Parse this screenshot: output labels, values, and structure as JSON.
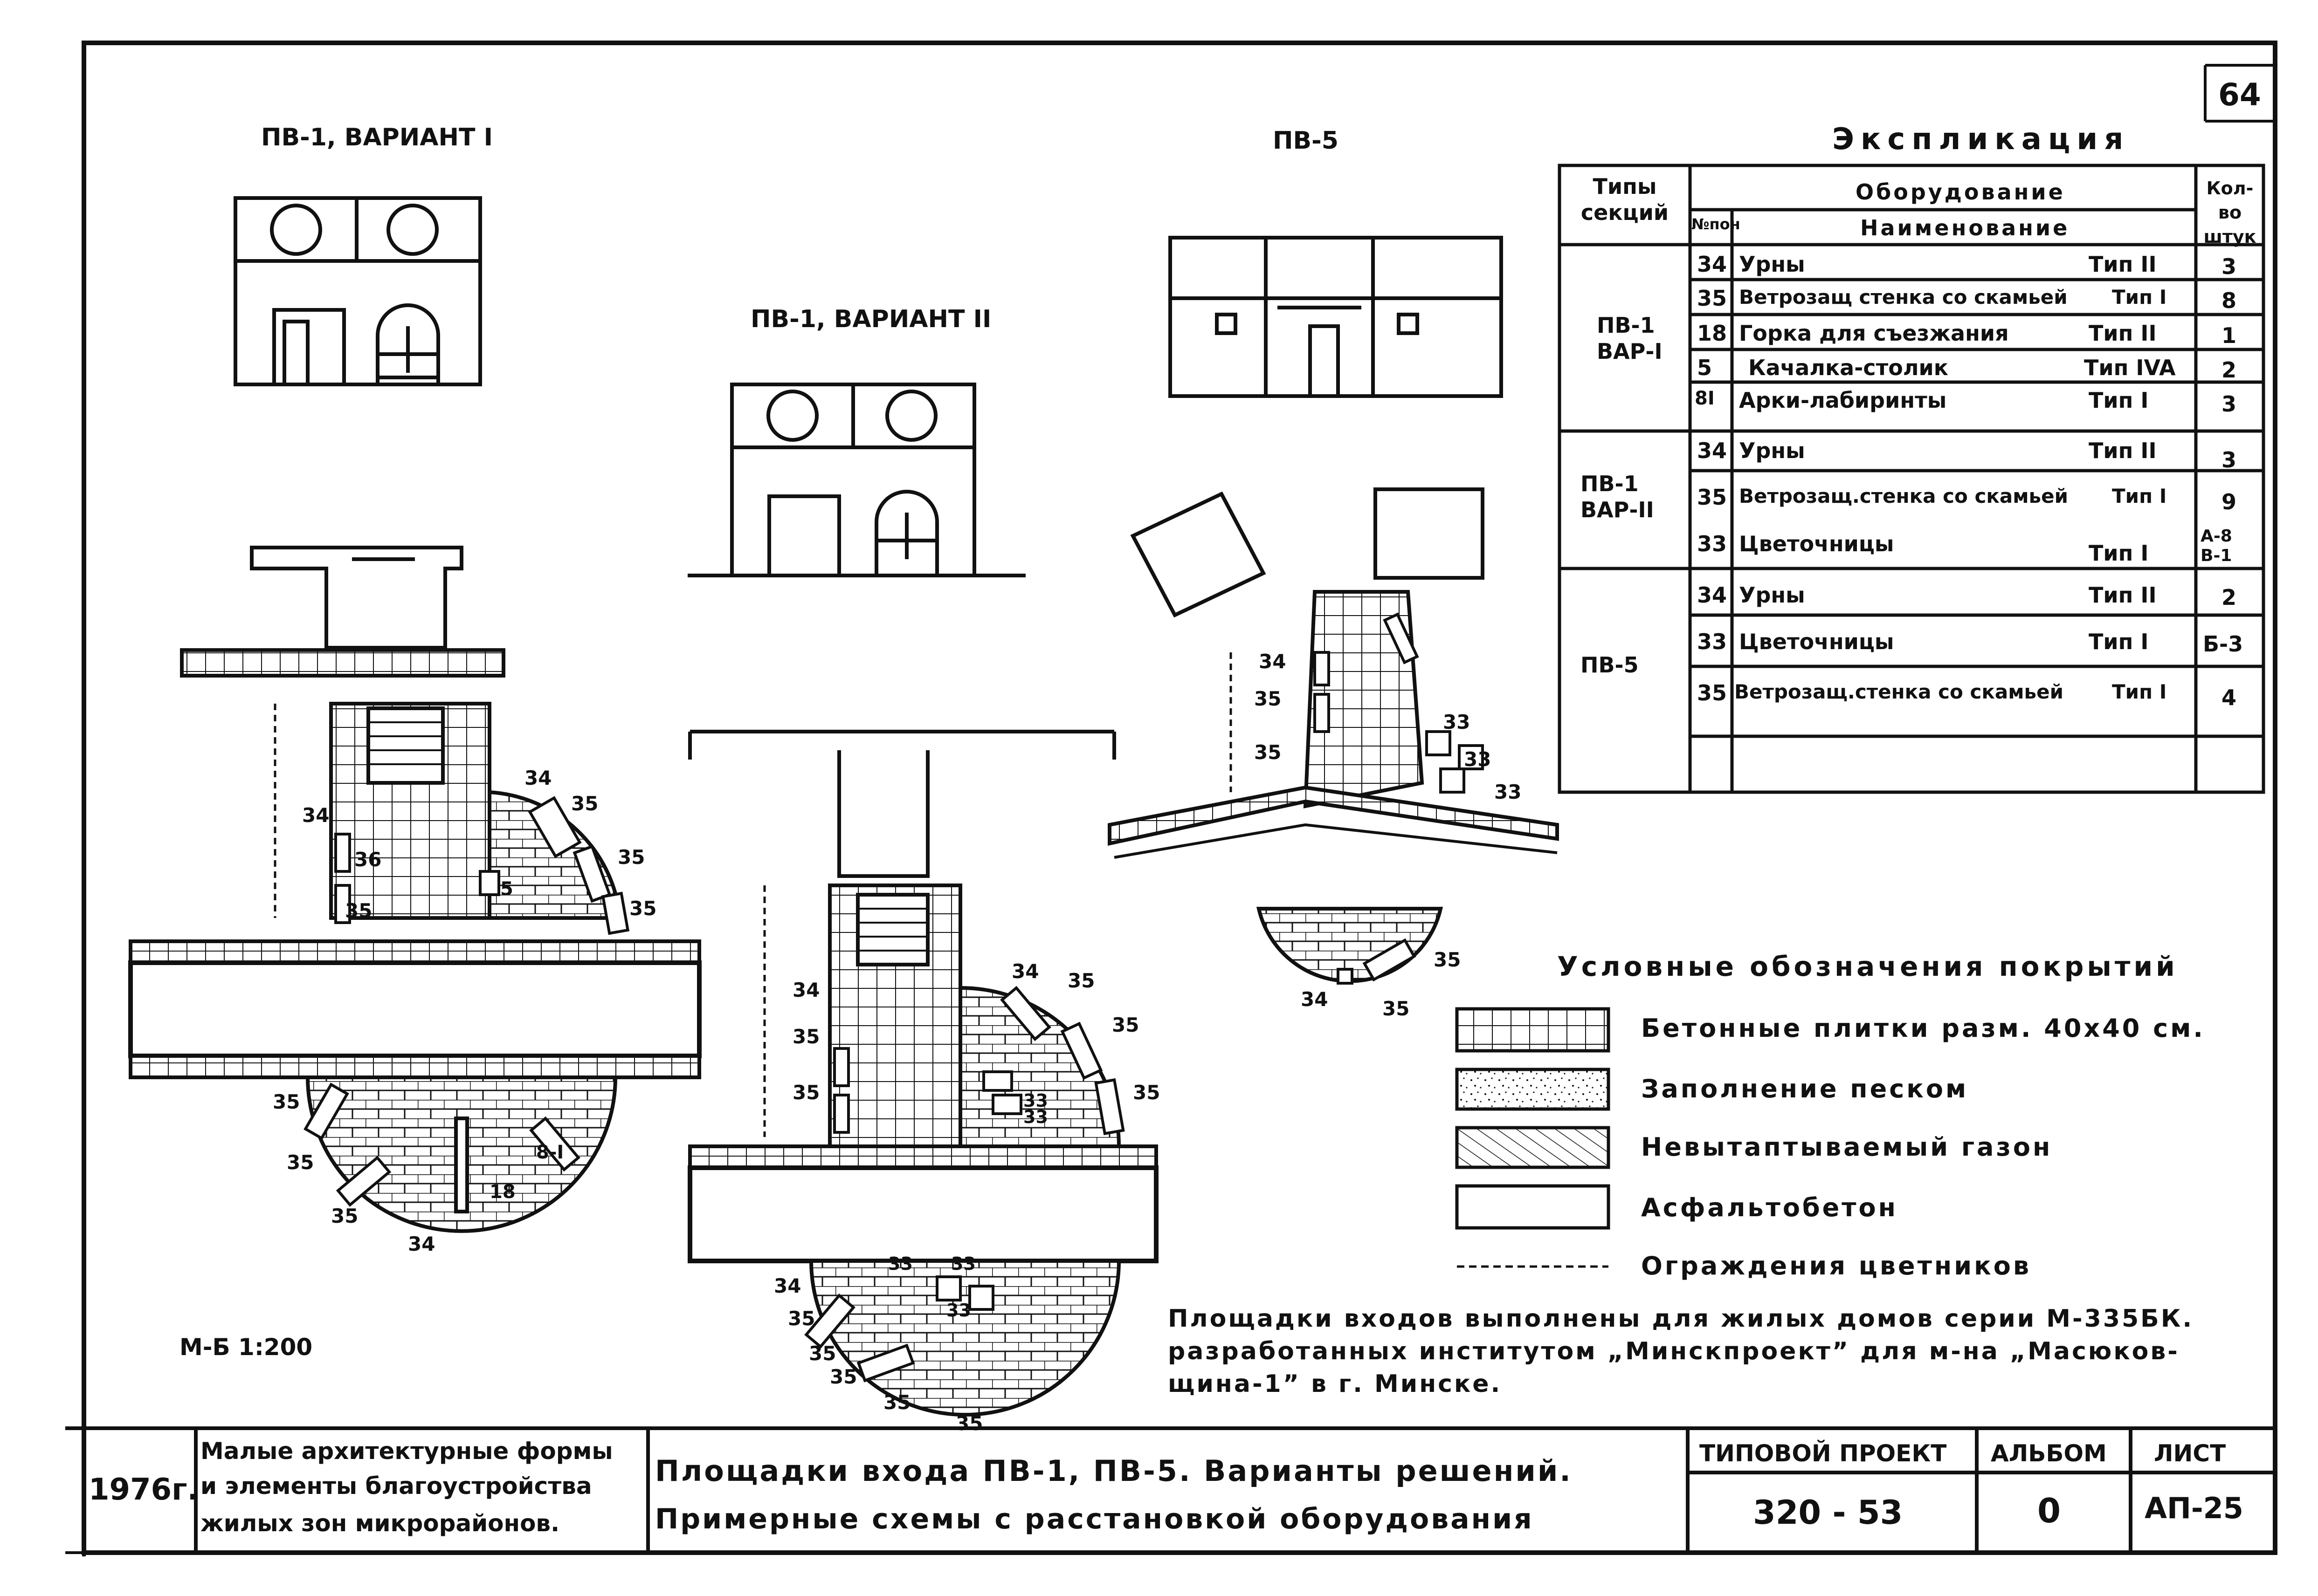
{
  "sheet_number": "64",
  "titles": {
    "pv1_var1": "ПВ-1, ВАРИАНТ I",
    "pv1_var2": "ПВ-1, ВАРИАНТ II",
    "pv5": "ПВ-5"
  },
  "scale": "М-Б 1:200",
  "explication": {
    "title": "Экспликация",
    "headers": {
      "section_types": "Типы секций",
      "equipment": "Оборудование",
      "pos_no": "№пон",
      "name": "Наименование",
      "qty": "Кол-во штук"
    },
    "groups": [
      {
        "section": "ПВ-1 ВАР-I",
        "rows": [
          {
            "no": "34",
            "name": "Урны",
            "type": "Тип II",
            "qty": "3"
          },
          {
            "no": "35",
            "name": "Ветрозащ стенка со скамьей",
            "type": "Тип I",
            "qty": "8"
          },
          {
            "no": "18",
            "name": "Горка для съезжания",
            "type": "Тип II",
            "qty": "1"
          },
          {
            "no": "5",
            "name": "Качалка-столик",
            "type": "Тип IVA",
            "qty": "2"
          },
          {
            "no": "8I",
            "name": "Арки-лабиринты",
            "type": "Тип I",
            "qty": "3"
          }
        ]
      },
      {
        "section": "ПВ-1 ВАР-II",
        "rows": [
          {
            "no": "34",
            "name": "Урны",
            "type": "Тип II",
            "qty": "3"
          },
          {
            "no": "35",
            "name": "Ветрозащ.стенка со скамьей",
            "type": "Тип I",
            "qty": "9"
          },
          {
            "no": "33",
            "name": "Цветочницы",
            "type": "Тип I",
            "qty": "А-8 В-1"
          }
        ]
      },
      {
        "section": "ПВ-5",
        "rows": [
          {
            "no": "34",
            "name": "Урны",
            "type": "Тип II",
            "qty": "2"
          },
          {
            "no": "33",
            "name": "Цветочницы",
            "type": "Тип I",
            "qty": "Б-3"
          },
          {
            "no": "35",
            "name": "Ветрозащ.стенка со скамьей",
            "type": "Тип I",
            "qty": "4"
          }
        ]
      }
    ]
  },
  "legend": {
    "title": "Условные обозначения покрытий",
    "items": [
      {
        "label": "Бетонные плитки разм. 40х40 см."
      },
      {
        "label": "Заполнение песком"
      },
      {
        "label": "Невытаптываемый газон"
      },
      {
        "label": "Асфальтобетон"
      },
      {
        "label": "Ограждения цветников"
      }
    ]
  },
  "note": {
    "line1": "Площадки входов выполнены для жилых домов серии М-335БК.",
    "line2": "разработанных институтом „Минскпроект” для м-на „Масюков-",
    "line3": "щина-1” в г. Минске."
  },
  "plan_labels": {
    "l34": "34",
    "l35": "35",
    "l33": "33",
    "l5": "5",
    "l18": "18",
    "l8": "8-I",
    "l36": "36"
  },
  "title_block": {
    "year": "1976г.",
    "subject_line1": "Малые архитектурные формы",
    "subject_line2": "и элементы благоустройства",
    "subject_line3": "жилых зон микрорайонов.",
    "title_line1": "Площадки входа ПВ-1, ПВ-5. Варианты решений.",
    "title_line2": "Примерные схемы с расстановкой оборудования",
    "project_label": "ТИПОВОЙ ПРОЕКТ",
    "project_value": "320 - 53",
    "album_label": "АЛЬБОМ",
    "album_value": "0",
    "sheet_label": "ЛИСТ",
    "sheet_value": "АП-25"
  }
}
